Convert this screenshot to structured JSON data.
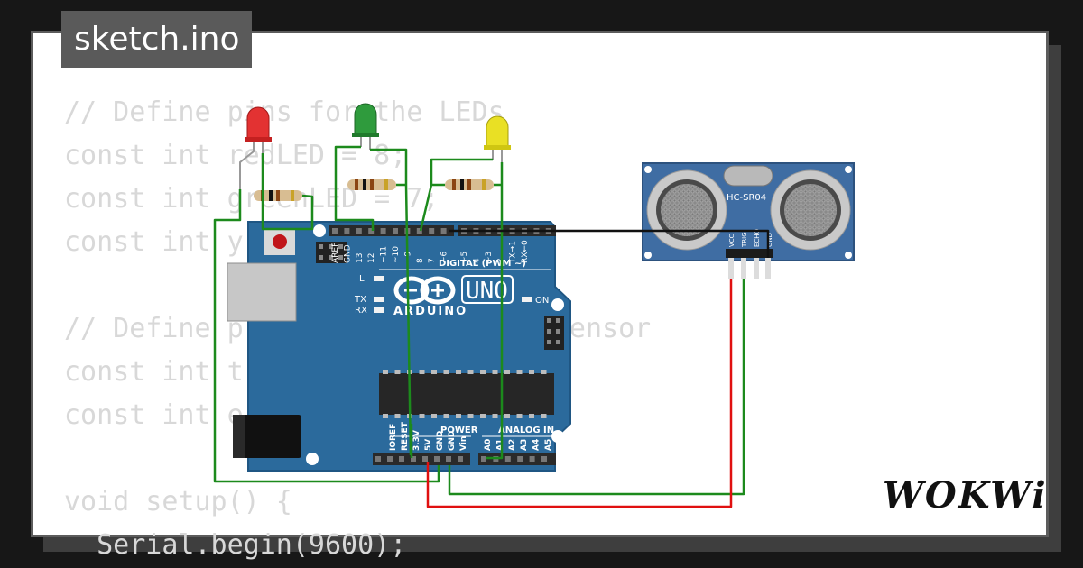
{
  "title": "sketch.ino",
  "code_lines": [
    "// Define pins for the LEDs",
    "const int redLED = 8;",
    "const int greenLED = 7;",
    "const int y",
    "",
    "// Define p              onic sensor",
    "const int t",
    "const int e",
    "",
    "void setup() {",
    "  Serial.begin(9600);"
  ],
  "board": {
    "name": "UNO",
    "brand": "ARDUINO",
    "digital_label": "DIGITAL (PWM ~)",
    "power_label": "POWER",
    "analog_label": "ANALOG IN",
    "led_l": "L",
    "led_tx": "TX",
    "led_rx": "RX",
    "led_on": "ON",
    "top_pins": [
      "AREF",
      "GND",
      "13",
      "12",
      "~11",
      "~10",
      "~9",
      "8",
      "7",
      "~6",
      "~5",
      "4",
      "~3",
      "2",
      "TX→1",
      "RX←0"
    ],
    "power_pins": [
      "IOREF",
      "RESET",
      "3.3V",
      "5V",
      "GND",
      "GND",
      "Vin"
    ],
    "analog_pins": [
      "A0",
      "A1",
      "A2",
      "A3",
      "A4",
      "A5"
    ]
  },
  "sensor": {
    "name": "HC-SR04",
    "pins": [
      "VCC",
      "TRIG",
      "ECHO",
      "GND"
    ]
  },
  "logo": "WOKWi",
  "colors": {
    "board": "#2b6a9c",
    "sensor": "#3f6da3",
    "wire_green": "#1c8a1c",
    "wire_red": "#e01010",
    "wire_black": "#111111",
    "led_red": "#e33232",
    "led_green": "#2f9b3d",
    "led_yellow": "#e9e024"
  }
}
